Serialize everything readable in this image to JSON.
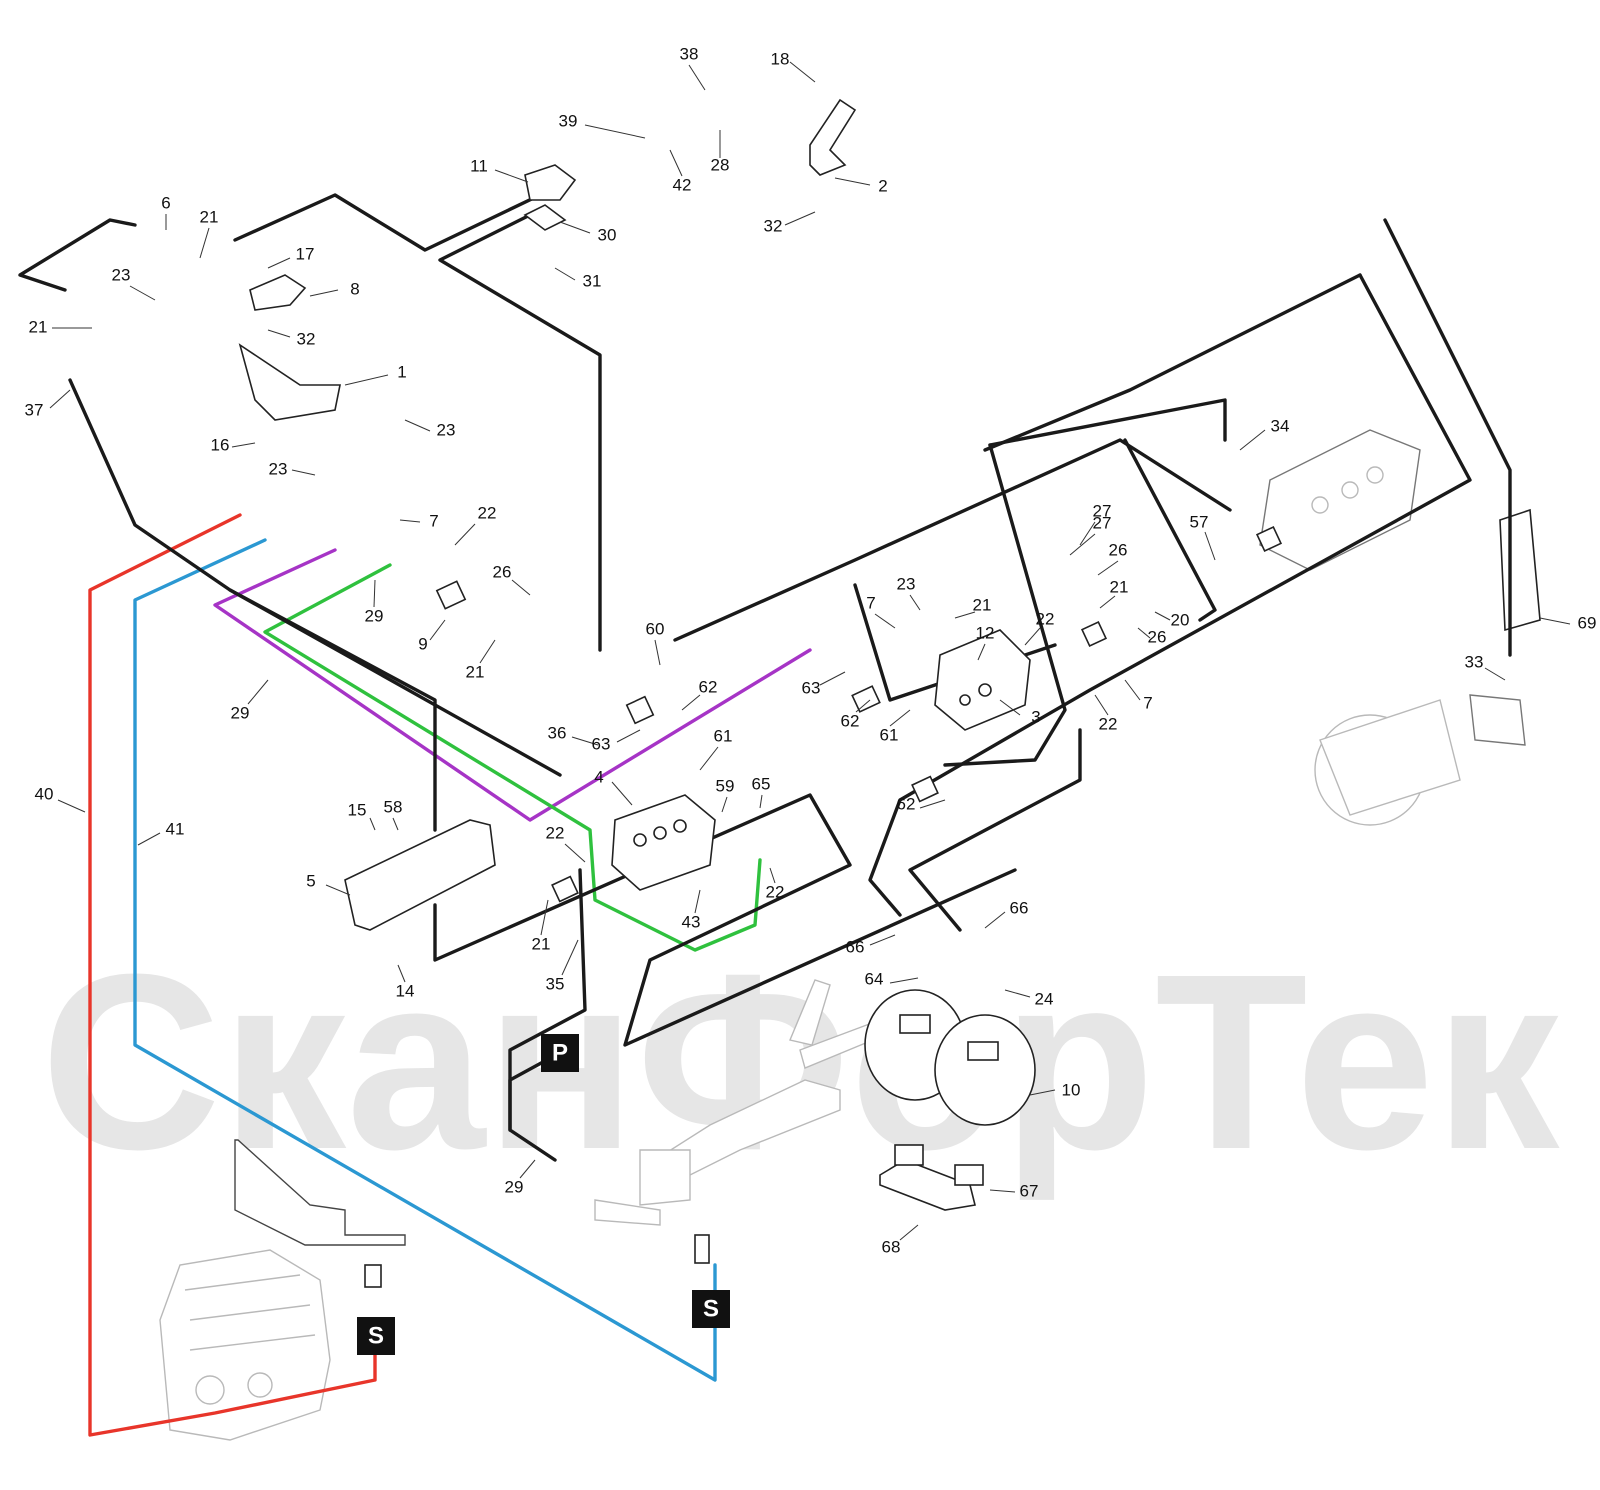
{
  "watermark": {
    "text": "СканФорТек"
  },
  "markers": [
    {
      "id": "P",
      "label": "P"
    },
    {
      "id": "S-left",
      "label": "S"
    },
    {
      "id": "S-right",
      "label": "S"
    }
  ],
  "colors": {
    "pressure_line": "#e8352a",
    "suction_line": "#2b98d2",
    "line_29_purple": "#a634c6",
    "line_29_green": "#2fc13e",
    "hose_black": "#1a1a1a",
    "watermark": "#e6e6e6"
  },
  "callouts": [
    "38",
    "18",
    "39",
    "11",
    "42",
    "28",
    "2",
    "30",
    "32",
    "6",
    "21",
    "31",
    "17",
    "23",
    "8",
    "21",
    "32",
    "37",
    "1",
    "23",
    "16",
    "23",
    "34",
    "22",
    "7",
    "27",
    "26",
    "57",
    "27",
    "29",
    "23",
    "26",
    "9",
    "21",
    "7",
    "21",
    "21",
    "12",
    "20",
    "60",
    "22",
    "26",
    "69",
    "29",
    "63",
    "62",
    "33",
    "7",
    "22",
    "36",
    "63",
    "61",
    "62",
    "3",
    "61",
    "4",
    "59",
    "65",
    "40",
    "15",
    "58",
    "41",
    "62",
    "22",
    "5",
    "22",
    "21",
    "43",
    "66",
    "66",
    "35",
    "64",
    "24",
    "14",
    "10",
    "29",
    "67",
    "68"
  ]
}
